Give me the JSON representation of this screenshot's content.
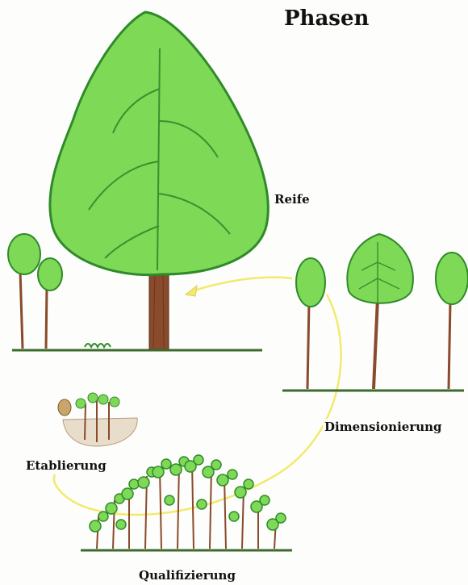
{
  "title": "Phasen",
  "phases": {
    "reife": "Reife",
    "dimensionierung": "Dimensionierung",
    "etablierung": "Etablierung",
    "qualifizierung": "Qualifizierung"
  },
  "colors": {
    "leaf_green": "#7ed957",
    "leaf_light": "#a6ee7c",
    "leaf_outline": "#2f8a2a",
    "trunk": "#8a4a2c",
    "ground": "#3c6b2c",
    "cycle_arrow": "#f2ea6e"
  }
}
